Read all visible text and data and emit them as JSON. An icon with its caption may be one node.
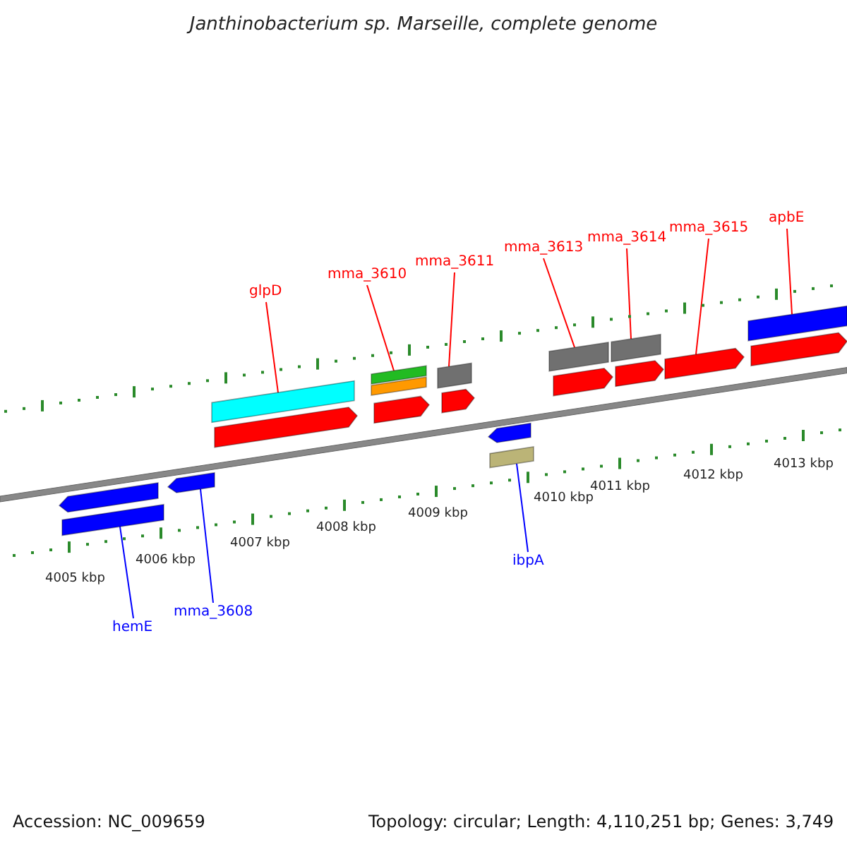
{
  "diagram": {
    "title": "Janthinobacterium sp. Marseille, complete genome",
    "nodes": [
      {
        "text": [
          "glpD"
        ]
      },
      {
        "text": [
          "mma_3610"
        ]
      },
      {
        "text": [
          "mma_3611"
        ]
      },
      {
        "text": [
          "mma_3613"
        ]
      },
      {
        "text": [
          "mma_3614"
        ]
      },
      {
        "text": [
          "mma_3615"
        ]
      },
      {
        "text": [
          "apbE"
        ]
      },
      {
        "text": [
          "hemE"
        ]
      },
      {
        "text": [
          "mma_3608"
        ]
      },
      {
        "text": [
          "ibpA"
        ]
      },
      {
        "text": [],
        "shape": "arrow"
      },
      {
        "text": [],
        "shape": "bar"
      },
      {
        "text": [],
        "shape": "arrow"
      },
      {
        "text": [],
        "shape": "bar"
      },
      {
        "text": [],
        "shape": "arrow"
      },
      {
        "text": [],
        "shape": "bar"
      },
      {
        "text": [],
        "shape": "bar"
      },
      {
        "text": [],
        "shape": "arrow"
      },
      {
        "text": [],
        "shape": "bar"
      },
      {
        "text": [],
        "shape": "arrow"
      },
      {
        "text": [],
        "shape": "arrow"
      },
      {
        "text": [],
        "shape": "bar"
      },
      {
        "text": [],
        "shape": "bar"
      },
      {
        "text": [],
        "shape": "arrow"
      },
      {
        "text": [],
        "shape": "bar"
      },
      {
        "text": [],
        "shape": "arrow"
      },
      {
        "text": [],
        "shape": "arrow"
      },
      {
        "text": [],
        "shape": "bar"
      },
      {
        "text": [],
        "shape": "arrow"
      }
    ],
    "edges": [
      {
        "from": 0,
        "to": 13,
        "arrow": "none"
      },
      {
        "from": 1,
        "to": 15,
        "arrow": "none"
      },
      {
        "from": 2,
        "to": 18,
        "arrow": "none"
      },
      {
        "from": 3,
        "to": 22,
        "arrow": "none"
      },
      {
        "from": 4,
        "to": 24,
        "arrow": "none"
      },
      {
        "from": 5,
        "to": 26,
        "arrow": "none"
      },
      {
        "from": 6,
        "to": 27,
        "arrow": "none"
      },
      {
        "from": 7,
        "to": 11,
        "arrow": "none",
        "color": "#0000ff"
      },
      {
        "from": 8,
        "to": 12,
        "arrow": "none",
        "color": "#0000ff"
      },
      {
        "from": 9,
        "to": 21,
        "arrow": "none",
        "color": "#0000ff"
      }
    ],
    "labels": [
      "4005 kbp",
      "4006 kbp",
      "4007 kbp",
      "4008 kbp",
      "4009 kbp",
      "4010 kbp",
      "4011 kbp",
      "4012 kbp",
      "4013 kbp",
      "Accession: NC_009659",
      "Topology: circular; Length: 4,110,251 bp; Genes: 3,749"
    ]
  }
}
